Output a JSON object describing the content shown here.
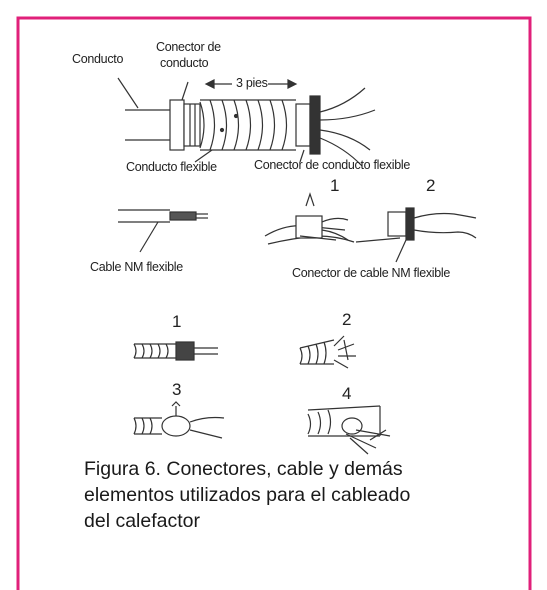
{
  "colors": {
    "border": "#e0207a",
    "ink": "#333333"
  },
  "top_diagram": {
    "conduit_label": "Conducto",
    "conduit_connector_label_line1": "Conector de",
    "conduit_connector_label_line2": "conducto",
    "length_label": "3 pies",
    "flexible_conduit_label": "Conducto flexible",
    "flexible_conduit_connector_label": "Conector de conducto flexible"
  },
  "middle_diagram": {
    "nm_cable_label": "Cable NM flexible",
    "nm_connector_label": "Conector de cable NM flexible",
    "step1": "1",
    "step2": "2"
  },
  "bottom_diagram": {
    "step1": "1",
    "step2": "2",
    "step3": "3",
    "step4": "4"
  },
  "caption": {
    "line1": "Figura 6. Conectores, cable y demás",
    "line2": "elementos utilizados para el cableado",
    "line3": "del calefactor"
  }
}
